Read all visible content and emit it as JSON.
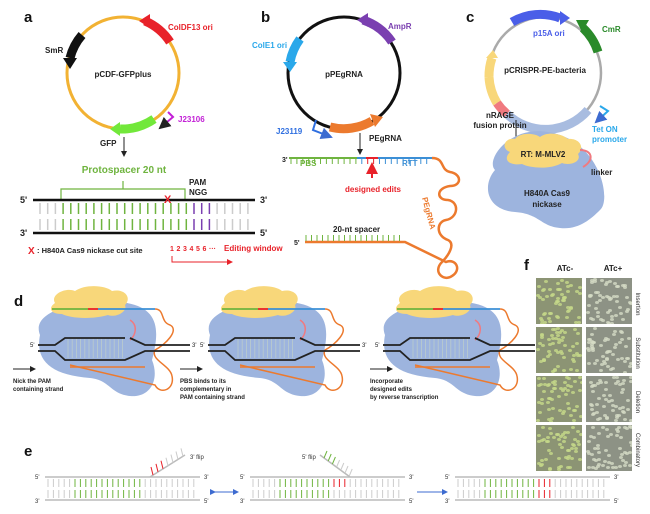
{
  "panels": {
    "a": {
      "letter": "a",
      "plasmid_name": "pCDF-GFPplus",
      "features": {
        "ori": "ColDF13 ori",
        "resistance": "SmR",
        "promoter": "J23106",
        "gene": "GFP"
      },
      "protospacer_label": "Protospacer 20 nt",
      "pam_label": "PAM",
      "pam_seq": "NGG",
      "strand_top_left": "5'",
      "strand_top_right": "3'",
      "strand_bottom_left": "3'",
      "strand_bottom_right": "5'",
      "cut_site_mark": "X",
      "cut_site_legend": ": H840A Cas9 nickase cut site",
      "window_numbers": [
        "1",
        "2",
        "3",
        "4",
        "5",
        "6",
        "···"
      ],
      "editing_window_label": "Editing window"
    },
    "b": {
      "letter": "b",
      "plasmid_name": "pPEgRNA",
      "features": {
        "ori": "ColE1 ori",
        "resistance": "AmpR",
        "promoter": "J23119",
        "gene": "PEgRNA"
      },
      "strand_3": "3'",
      "strand_5": "5'",
      "pbs_label": "PBS",
      "rtt_label": "RTT",
      "edits_label": "designed edits",
      "spacer_label": "20-nt spacer",
      "pegrna_curve_label": "PEgRNA"
    },
    "c": {
      "letter": "c",
      "plasmid_name": "pCRISPR-PE-bacteria",
      "features": {
        "ori": "p15A ori",
        "resistance": "CmR",
        "promoter_line1": "Tet ON",
        "promoter_line2": "promoter"
      },
      "fusion_line1": "nRAGE",
      "fusion_line2": "fusion protein",
      "rt_label": "RT: M-MLV2",
      "linker_label": "linker",
      "cas9_line1": "H840A Cas9",
      "cas9_line2": "nickase"
    },
    "d": {
      "letter": "d",
      "steps": [
        {
          "line1": "Nick the PAM",
          "line2": "containing strand",
          "line3": ""
        },
        {
          "line1": "PBS binds to its",
          "line2": "complementary in",
          "line3": "PAM containing strand"
        },
        {
          "line1": "Incorporate",
          "line2": "designed edits",
          "line3": "by reverse transcription"
        }
      ],
      "end_5": "5'",
      "end_3": "3'"
    },
    "e": {
      "letter": "e",
      "flap_3": "3' flip",
      "flap_5": "5' flip",
      "end_5": "5'",
      "end_3": "3'"
    },
    "f": {
      "letter": "f",
      "columns": [
        "ATc-",
        "ATc+"
      ],
      "rows": [
        "Insertion",
        "Substitution",
        "Deletion",
        "Combinatory"
      ]
    }
  },
  "colors": {
    "green": "#6fb43f",
    "red": "#e8222a",
    "blue": "#3b8fd6",
    "orange": "#ec7a2e",
    "purple": "#7a3fb0",
    "cas9": "#9db4de",
    "rt": "#f8d77a"
  }
}
